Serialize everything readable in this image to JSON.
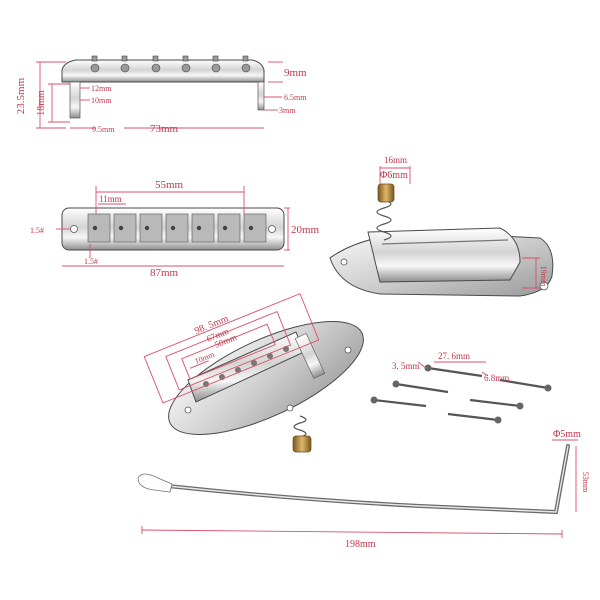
{
  "colors": {
    "dimension": "#c0394b",
    "dimension_line": "#d9506a",
    "metal_light": "#f1f1f1",
    "metal_dark": "#8a8a8a",
    "brass": "#b48a3c",
    "screw": "#5a5a5a",
    "background": "#ffffff"
  },
  "bridge_side": {
    "height_total": "23.5mm",
    "height_body": "18mm",
    "post_12": "12mm",
    "post_10": "10mm",
    "top_9": "9mm",
    "dia_6_5": "6.5mm",
    "dia_3": "3mm",
    "post_width": "9.5mm",
    "length": "73mm"
  },
  "bridge_top": {
    "span_55": "55mm",
    "spacing_11": "11mm",
    "hole_left": "1.5#",
    "hole_bottom": "1.5#",
    "width_20": "20mm",
    "length_87": "87mm"
  },
  "tailpiece_side": {
    "spring_16": "16mm",
    "phi_6": "Φ6mm",
    "height_19": "19mm"
  },
  "tailpiece_top": {
    "len_98_5": "98. 5mm",
    "len_67": "67mm",
    "len_50": "50mm",
    "len_10": "10mm"
  },
  "screws": {
    "dia_3_5": "3. 5mm",
    "len_27_6": "27. 6mm",
    "head_6_8": "6.8mm"
  },
  "tremolo_arm": {
    "phi_5": "Φ5mm",
    "bend_53": "53mm",
    "length_198": "198mm"
  }
}
